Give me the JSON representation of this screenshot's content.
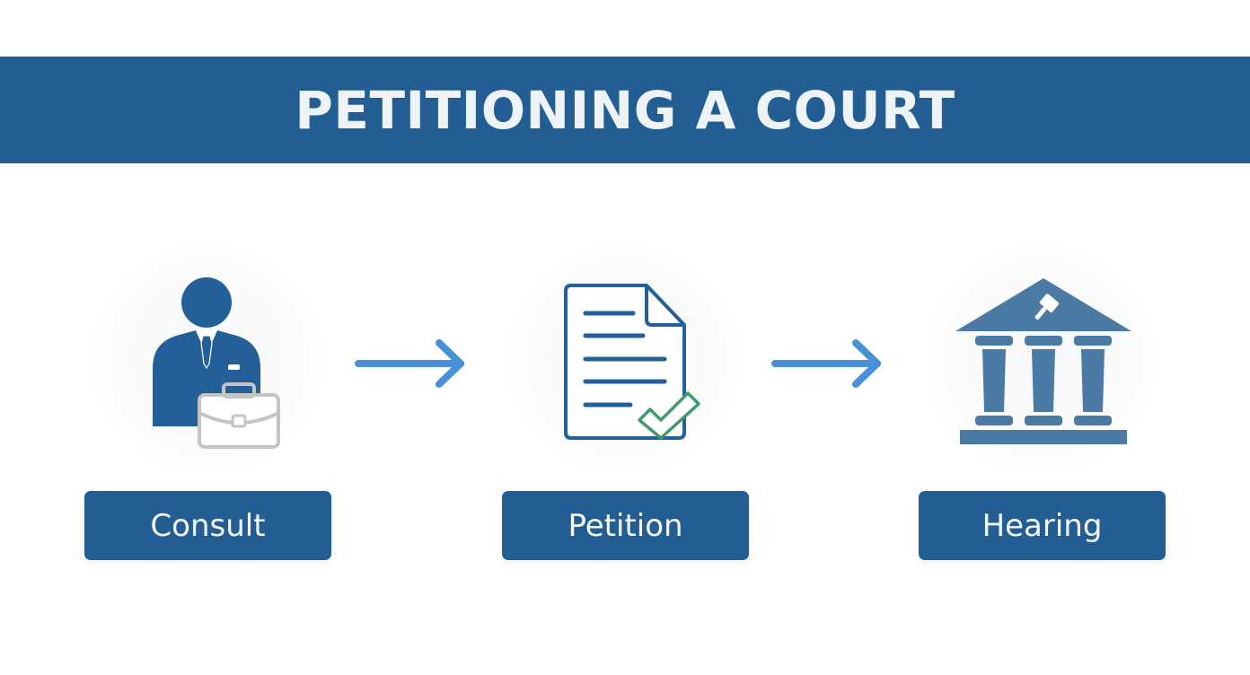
{
  "header": {
    "title": "PETITIONING A COURT",
    "background": "#225d93",
    "text_color": "#eef3f8"
  },
  "steps": [
    {
      "label": "Consult",
      "icon": "lawyer-with-briefcase-icon"
    },
    {
      "label": "Petition",
      "icon": "document-with-checkmark-icon"
    },
    {
      "label": "Hearing",
      "icon": "courthouse-gavel-icon"
    }
  ],
  "connectors": [
    {
      "from": "Consult",
      "to": "Petition",
      "icon": "arrow-right-icon"
    },
    {
      "from": "Petition",
      "to": "Hearing",
      "icon": "arrow-right-icon"
    }
  ],
  "colors": {
    "primary_blue": "#225d93",
    "icon_blue": "#23609a",
    "courthouse_blue": "#4b7ba4",
    "arrow_blue": "#4a90d9",
    "check_green": "#3e9a6c",
    "briefcase_gray": "#c4c4c4"
  }
}
